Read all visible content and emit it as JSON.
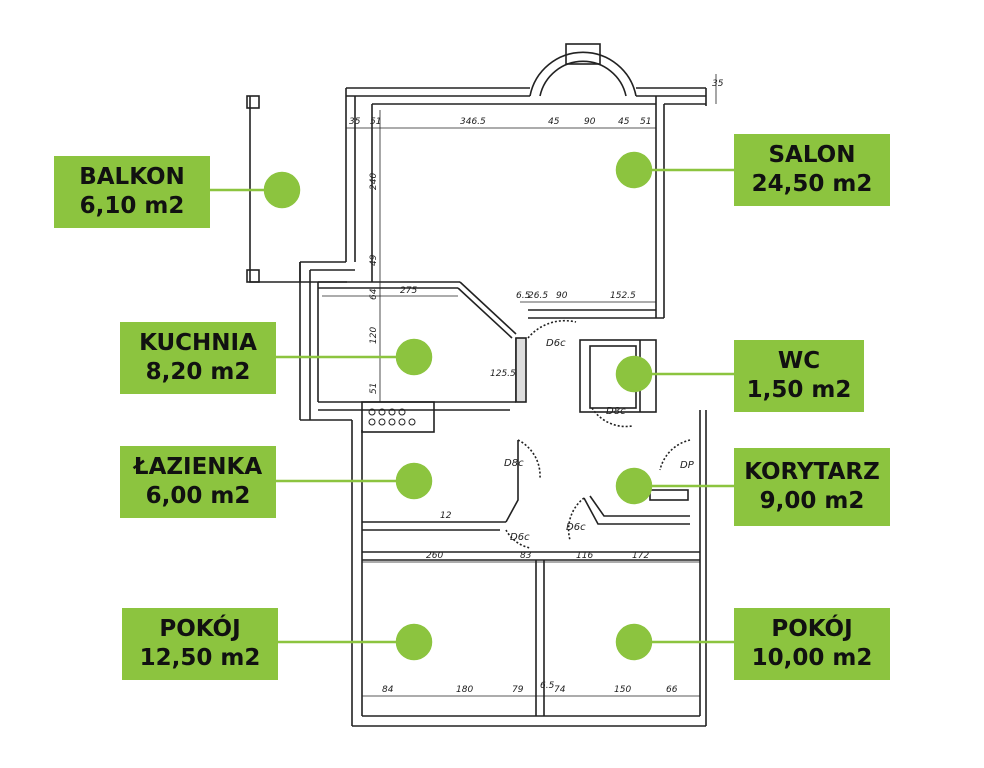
{
  "accent": "#8cc43f",
  "rooms": [
    {
      "id": "balkon",
      "name": "BALKON",
      "area": "6,10 m2"
    },
    {
      "id": "salon",
      "name": "SALON",
      "area": "24,50 m2"
    },
    {
      "id": "kuchnia",
      "name": "KUCHNIA",
      "area": "8,20 m2"
    },
    {
      "id": "wc",
      "name": "WC",
      "area": "1,50 m2"
    },
    {
      "id": "lazienka",
      "name": "ŁAZIENKA",
      "area": "6,00 m2"
    },
    {
      "id": "korytarz",
      "name": "KORYTARZ",
      "area": "9,00 m2"
    },
    {
      "id": "pokoj1",
      "name": "POKÓJ",
      "area": "12,50 m2"
    },
    {
      "id": "pokoj2",
      "name": "POKÓJ",
      "area": "10,00 m2"
    }
  ],
  "dimensions": {
    "top": [
      "35",
      "51",
      "346.5",
      "45",
      "90",
      "45",
      "51"
    ],
    "right_top": "35",
    "left_vertical": [
      "240",
      "49",
      "64",
      "120",
      "51"
    ],
    "kitchen_top": "275",
    "kitchen_right": "125.5",
    "corridor_top": [
      "6.5",
      "26.5",
      "90",
      "152.5"
    ],
    "bath_small": "12",
    "mid_row": [
      "260",
      "83",
      "116",
      "172"
    ],
    "bottom": [
      "84",
      "180",
      "79",
      "6.5",
      "74",
      "150",
      "66"
    ]
  },
  "door_labels": [
    "D6c",
    "D8c",
    "D8c",
    "D6c",
    "D6c",
    "DP"
  ]
}
